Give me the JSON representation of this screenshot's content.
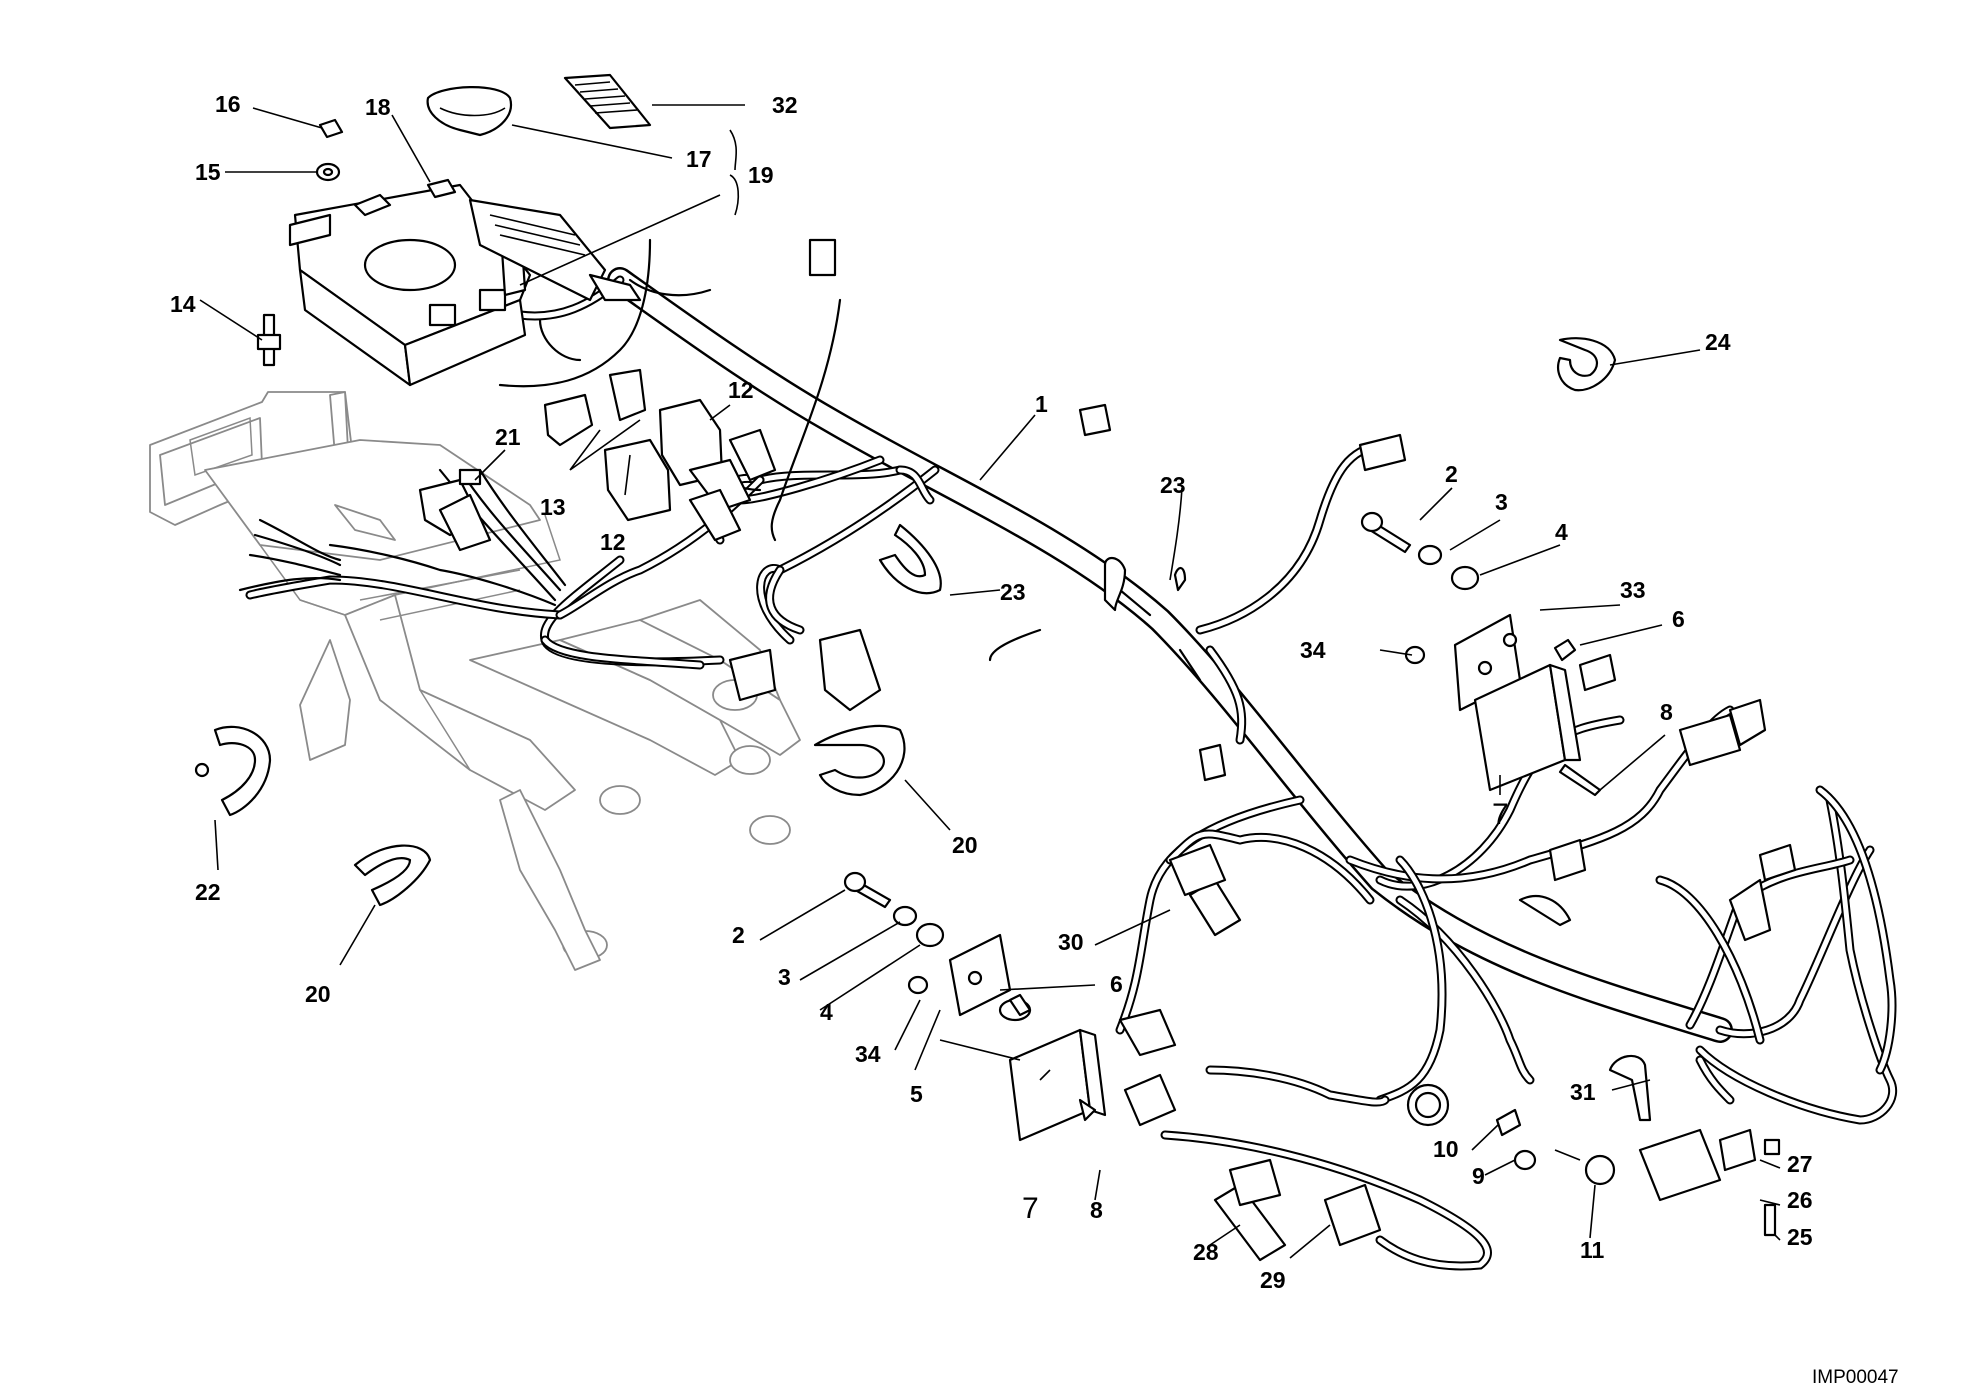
{
  "diagram": {
    "code": "IMP00047",
    "callouts": {
      "c1": "1",
      "c2a": "2",
      "c2b": "2",
      "c3a": "3",
      "c3b": "3",
      "c4a": "4",
      "c4b": "4",
      "c5": "5",
      "c6a": "6",
      "c6b": "6",
      "c7a": "7",
      "c7b": "7",
      "c8a": "8",
      "c8b": "8",
      "c9": "9",
      "c10": "10",
      "c11": "11",
      "c12a": "12",
      "c12b": "12",
      "c13": "13",
      "c14": "14",
      "c15": "15",
      "c16": "16",
      "c17": "17",
      "c18": "18",
      "c19": "19",
      "c20a": "20",
      "c20b": "20",
      "c21": "21",
      "c22": "22",
      "c23a": "23",
      "c23b": "23",
      "c24": "24",
      "c25": "25",
      "c26": "26",
      "c27": "27",
      "c28": "28",
      "c29": "29",
      "c30": "30",
      "c31": "31",
      "c32": "32",
      "c33": "33",
      "c34a": "34",
      "c34b": "34"
    }
  }
}
